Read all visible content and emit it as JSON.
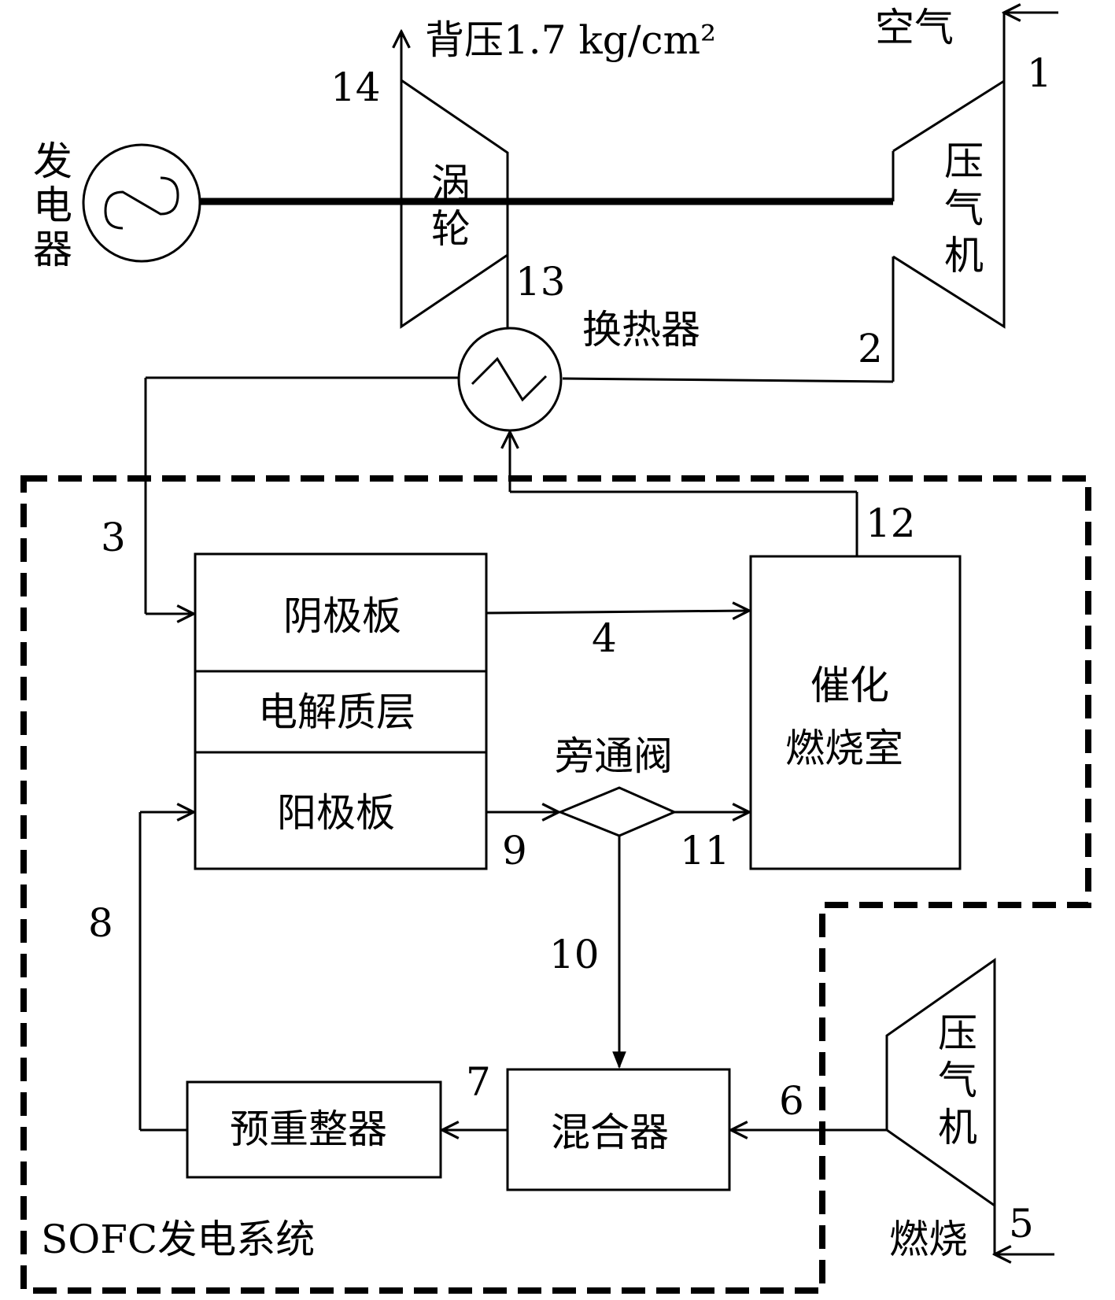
{
  "labels": {
    "air": "空气",
    "back_pressure": "背压1.7 kg/cm²",
    "generator": [
      "发",
      "电",
      "器"
    ],
    "turbine": [
      "涡",
      "轮"
    ],
    "compressor_top": [
      "压",
      "气",
      "机"
    ],
    "heat_exchanger": "换热器",
    "cathode": "阴极板",
    "electrolyte": "电解质层",
    "anode": "阳极板",
    "catalytic_combustor": [
      "催化",
      "燃烧室"
    ],
    "bypass_valve": "旁通阀",
    "mixer": "混合器",
    "pre_reformer": "预重整器",
    "compressor_bottom": [
      "压",
      "气",
      "机"
    ],
    "fuel": "燃烧",
    "sofc_system": "SOFC发电系统"
  },
  "streams": {
    "s1": "1",
    "s2": "2",
    "s3": "3",
    "s4": "4",
    "s5": "5",
    "s6": "6",
    "s7": "7",
    "s8": "8",
    "s9": "9",
    "s10": "10",
    "s11": "11",
    "s12": "12",
    "s13": "13",
    "s14": "14"
  }
}
